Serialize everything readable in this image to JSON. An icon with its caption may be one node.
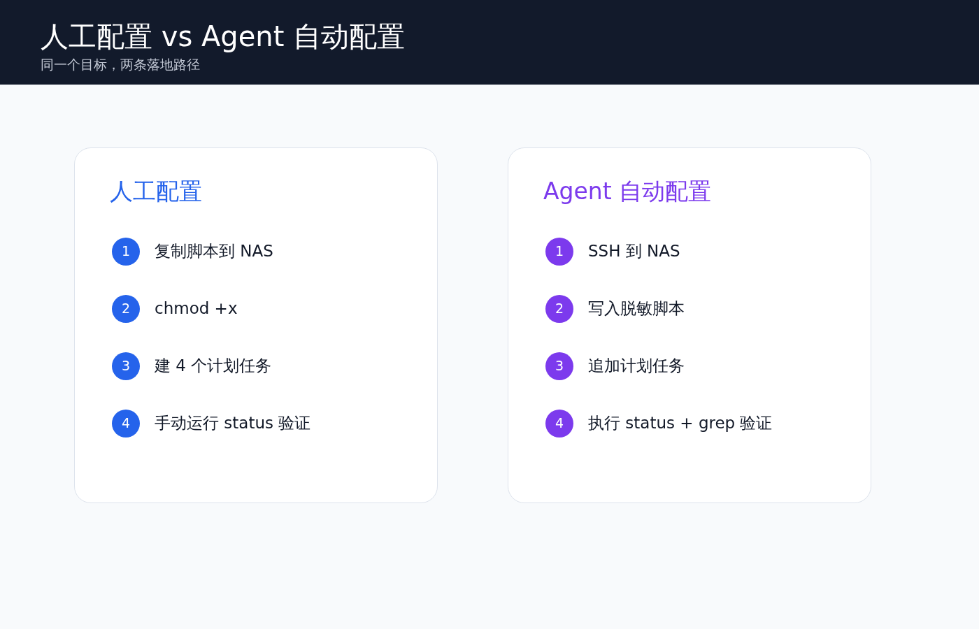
{
  "diagram": {
    "title": "人工配置 vs Agent 自动配置",
    "nodes": [
      {
        "text": [
          "人工配置"
        ]
      },
      {
        "text": [
          "1"
        ],
        "beside": [
          "复制脚本到 NAS"
        ],
        "in": 0
      },
      {
        "text": [
          "2"
        ],
        "beside": [
          "chmod +x"
        ],
        "in": 0
      },
      {
        "text": [
          "3"
        ],
        "beside": [
          "建 4 个计划任务"
        ],
        "in": 0
      },
      {
        "text": [
          "4"
        ],
        "beside": [
          "手动运行 status 验证"
        ],
        "in": 0
      },
      {
        "text": [
          "Agent 自动配置"
        ]
      },
      {
        "text": [
          "1"
        ],
        "beside": [
          "SSH 到 NAS"
        ],
        "in": 5
      },
      {
        "text": [
          "2"
        ],
        "beside": [
          "写入脱敏脚本"
        ],
        "in": 5
      },
      {
        "text": [
          "3"
        ],
        "beside": [
          "追加计划任务"
        ],
        "in": 5
      },
      {
        "text": [
          "4"
        ],
        "beside": [
          "执行 status + grep 验证"
        ],
        "in": 5
      }
    ],
    "labels": [
      "同一个目标，两条落地路径"
    ]
  }
}
